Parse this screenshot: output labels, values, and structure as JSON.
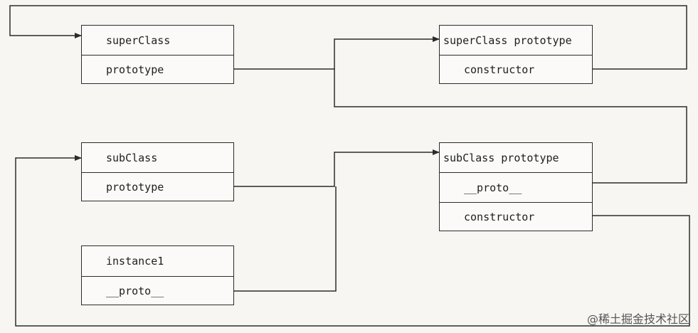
{
  "boxes": {
    "super_class": {
      "title": "superClass",
      "field": "prototype"
    },
    "super_class_prototype": {
      "title": "superClass prototype",
      "field": "constructor"
    },
    "sub_class": {
      "title": "subClass",
      "field": "prototype"
    },
    "sub_class_prototype": {
      "title": "subClass prototype",
      "proto": "__proto__",
      "field": "constructor"
    },
    "instance1": {
      "title": "instance1",
      "field": "__proto__"
    }
  },
  "watermark": "@稀土掘金技术社区",
  "colors": {
    "line": "#2b2b2b",
    "background": "#f7f6f3",
    "box_fill": "#fbfaf8",
    "text": "#1e1e1e"
  }
}
